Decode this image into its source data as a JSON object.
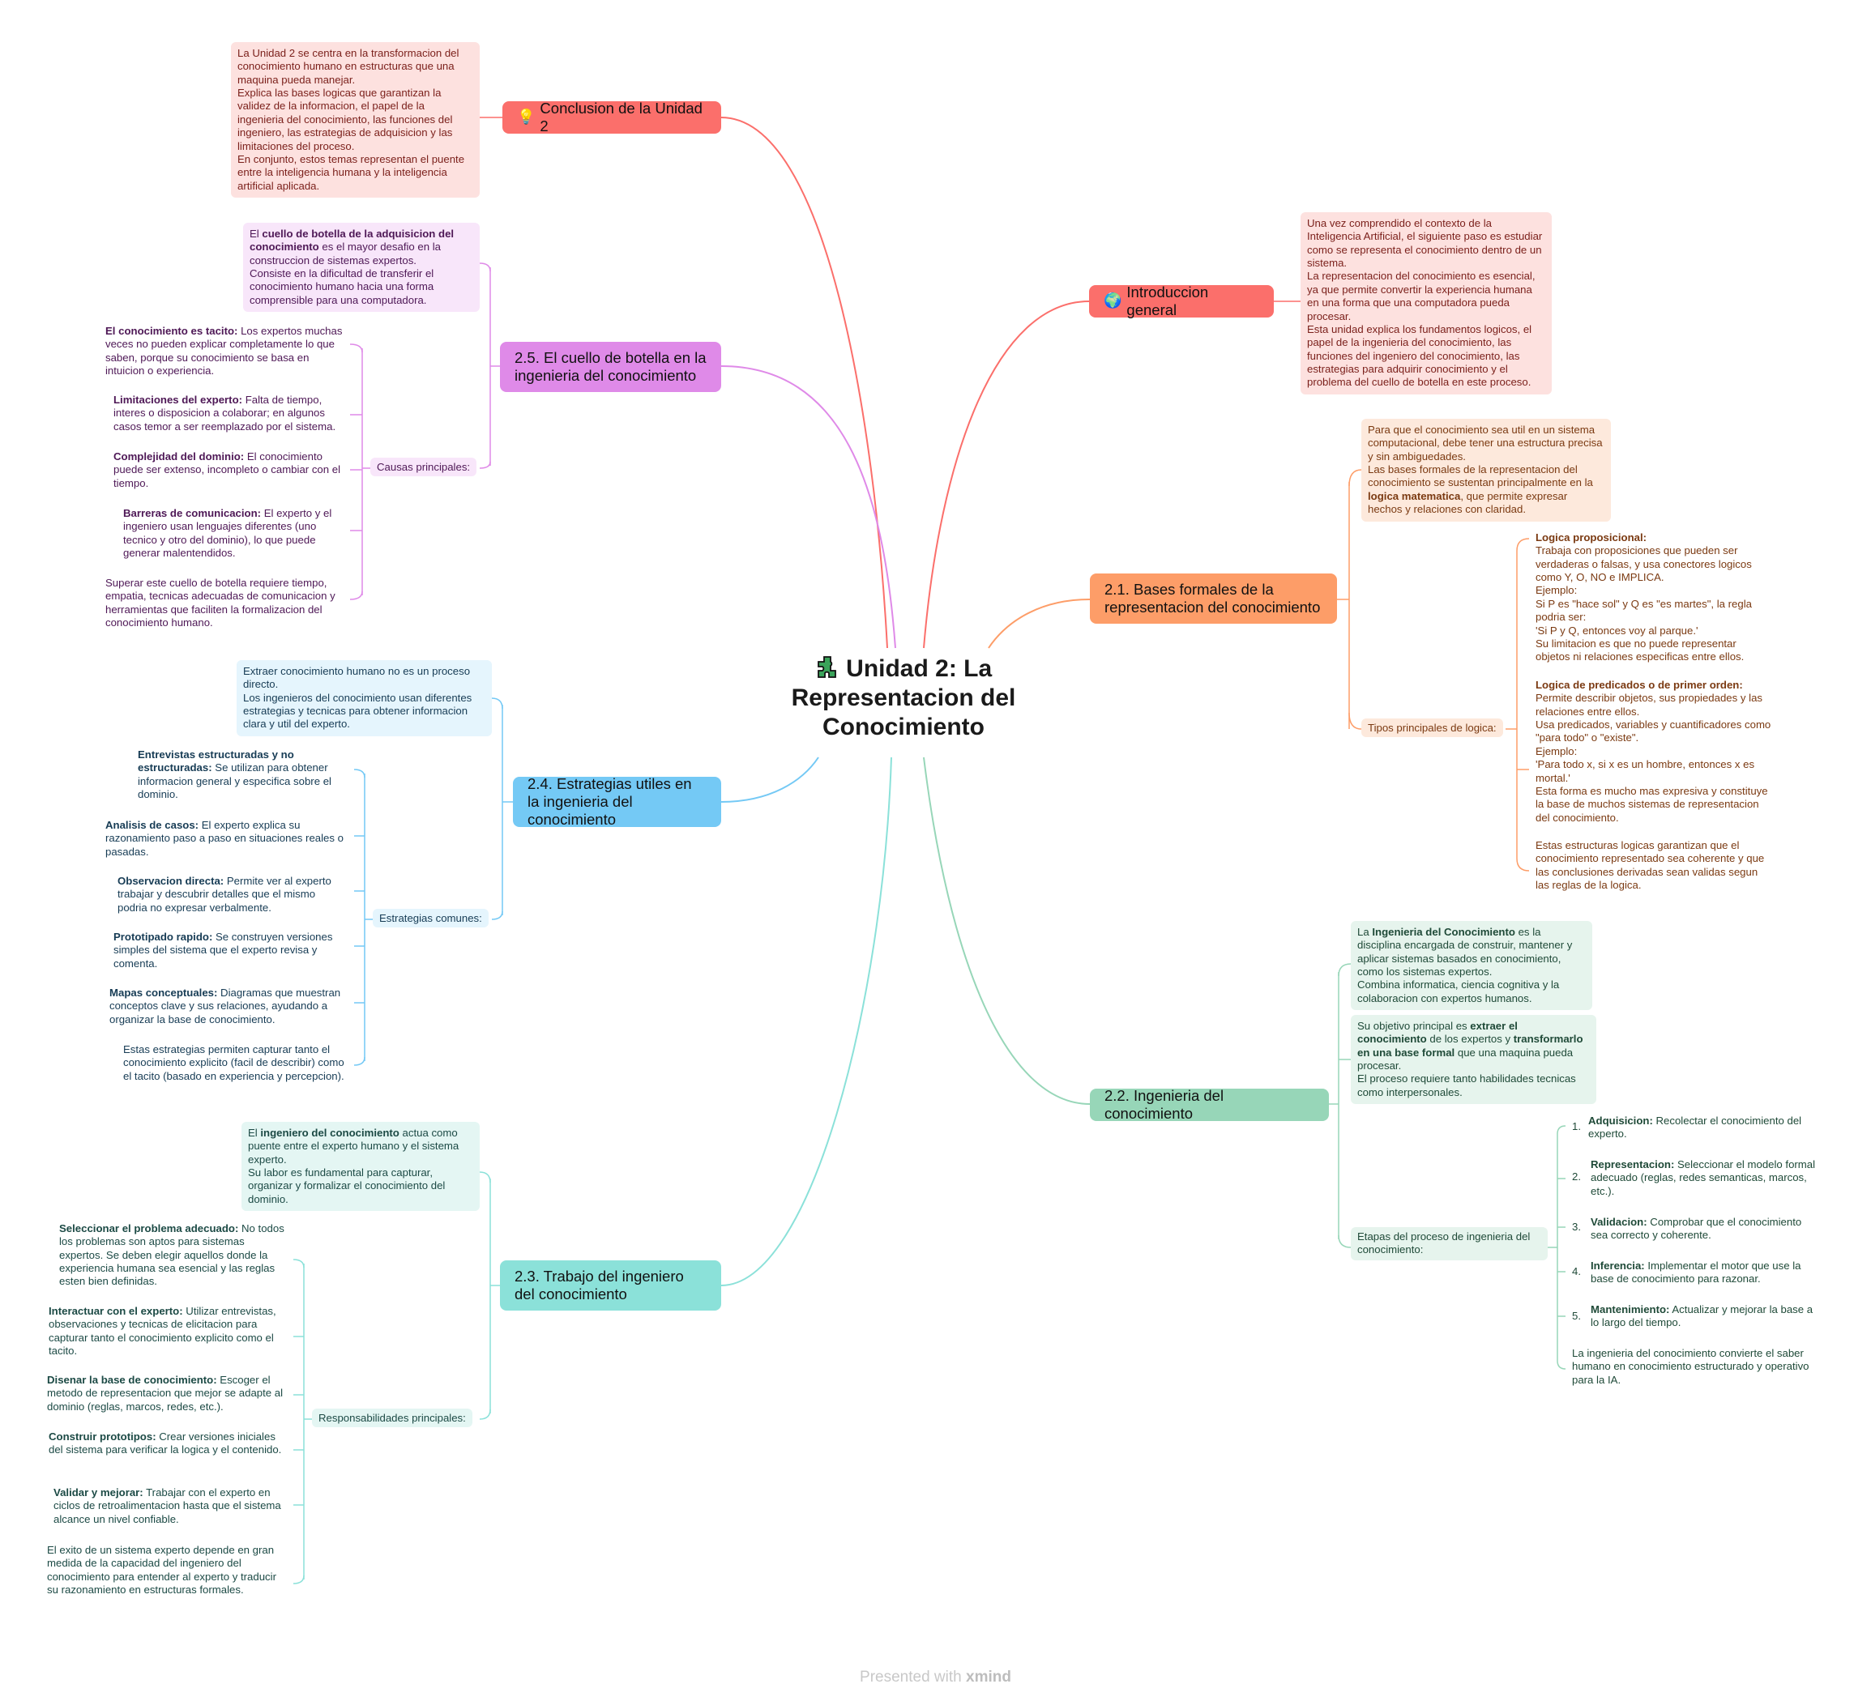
{
  "center": {
    "title": "Unidad 2: La Representacion del Conocimiento",
    "icon": "puzzle-icon"
  },
  "colors": {
    "red": "#fb6f6b",
    "orange": "#fd9d68",
    "green": "#97d6b8",
    "teal": "#8be1d9",
    "blue": "#74c9f5",
    "purple": "#df8ae8"
  },
  "intro": {
    "label": "Introduccion general",
    "icon": "globe-icon",
    "note": "Una vez comprendido el contexto de la Inteligencia Artificial, el siguiente paso es estudiar como se representa el conocimiento dentro de un sistema.\nLa representacion del conocimiento es esencial, ya que permite convertir la experiencia humana en una forma que una computadora pueda procesar.\nEsta unidad explica los fundamentos logicos, el papel de la ingenieria del conocimiento, las funciones del ingeniero del conocimiento, las estrategias para adquirir conocimiento y el problema del cuello de botella en este proceso."
  },
  "bases": {
    "label": "2.1. Bases formales de la representacion del conocimiento",
    "intro_a": "Para que el conocimiento sea util en un sistema computacional, debe tener una estructura precisa y sin ambiguedades.\nLas bases formales de la representacion del conocimiento se sustentan principalmente en la ",
    "intro_bold": "logica matematica",
    "intro_b": ", que permite expresar hechos y relaciones con claridad.",
    "tag": "Tipos principales de logica:",
    "prop_title": "Logica proposicional:",
    "prop_text": "Trabaja con proposiciones que pueden ser verdaderas o falsas, y usa conectores logicos como Y, O, NO e IMPLICA.\nEjemplo:\nSi P es \"hace sol\" y Q es \"es martes\", la regla podria ser:\n'Si P y Q, entonces voy al parque.'\nSu limitacion es que no puede representar objetos ni relaciones especificas entre ellos.",
    "pred_title": "Logica de predicados o de primer orden:",
    "pred_text": "Permite describir objetos, sus propiedades y las relaciones entre ellos.\nUsa predicados, variables y cuantificadores como \"para todo\" o \"existe\".\nEjemplo:\n'Para todo x, si x es un hombre, entonces x es mortal.'\nEsta forma es mucho mas expresiva y constituye la base de muchos sistemas de representacion del conocimiento.",
    "summary": "Estas estructuras logicas garantizan que el conocimiento representado sea coherente y que las conclusiones derivadas sean validas segun las reglas de la logica."
  },
  "ingenieria": {
    "label": "2.2. Ingenieria del conocimiento",
    "note1_a": "La ",
    "note1_bold": "Ingenieria del Conocimiento",
    "note1_b": " es la disciplina encargada de construir, mantener y aplicar sistemas basados en conocimiento, como los sistemas expertos.\nCombina informatica, ciencia cognitiva y la colaboracion con expertos humanos.",
    "note2_a": "Su objetivo principal es ",
    "note2_bold1": "extraer el conocimiento",
    "note2_b": " de los expertos y ",
    "note2_bold2": "transformarlo en una base formal",
    "note2_c": " que una maquina pueda procesar.\nEl proceso requiere tanto habilidades tecnicas como interpersonales.",
    "tag": "Etapas del proceso de ingenieria del conocimiento:",
    "steps": [
      {
        "n": "1.",
        "title": "Adquisicion:",
        "text": " Recolectar el conocimiento del experto."
      },
      {
        "n": "2.",
        "title": "Representacion:",
        "text": " Seleccionar el modelo formal adecuado (reglas, redes semanticas, marcos, etc.)."
      },
      {
        "n": "3.",
        "title": "Validacion:",
        "text": " Comprobar que el conocimiento sea correcto y coherente."
      },
      {
        "n": "4.",
        "title": "Inferencia:",
        "text": " Implementar el motor que use la base de conocimiento para razonar."
      },
      {
        "n": "5.",
        "title": "Mantenimiento:",
        "text": " Actualizar y mejorar la base a lo largo del tiempo."
      }
    ],
    "summary": "La ingenieria del conocimiento convierte el saber humano en conocimiento estructurado y operativo para la IA."
  },
  "trabajo": {
    "label": "2.3. Trabajo del ingeniero del conocimiento",
    "note_a": "El ",
    "note_bold": "ingeniero del conocimiento",
    "note_b": " actua como puente entre el experto humano y el sistema experto.\nSu labor es fundamental para capturar, organizar y formalizar el conocimiento del dominio.",
    "tag": "Responsabilidades principales:",
    "items": [
      {
        "title": "Seleccionar el problema adecuado:",
        "text": " No todos los problemas son aptos para sistemas expertos. Se deben elegir aquellos donde la experiencia humana sea esencial y las reglas esten bien definidas."
      },
      {
        "title": "Interactuar con el experto:",
        "text": " Utilizar entrevistas, observaciones y tecnicas de elicitacion para capturar tanto el conocimiento explicito como el tacito."
      },
      {
        "title": "Disenar la base de conocimiento:",
        "text": " Escoger el metodo de representacion que mejor se adapte al dominio (reglas, marcos, redes, etc.)."
      },
      {
        "title": "Construir prototipos:",
        "text": " Crear versiones iniciales del sistema para verificar la logica y el contenido."
      },
      {
        "title": "Validar y mejorar:",
        "text": " Trabajar con el experto en ciclos de retroalimentacion hasta que el sistema alcance un nivel confiable."
      }
    ],
    "summary": "El exito de un sistema experto depende en gran medida de la capacidad del ingeniero del conocimiento para entender al experto y traducir su razonamiento en estructuras formales."
  },
  "estrategias": {
    "label": "2.4. Estrategias utiles en la ingenieria del conocimiento",
    "note": "Extraer conocimiento humano no es un proceso directo.\nLos ingenieros del conocimiento usan diferentes estrategias y tecnicas para obtener informacion clara y util del experto.",
    "tag": "Estrategias comunes:",
    "items": [
      {
        "title": "Entrevistas estructuradas y no estructuradas:",
        "text": " Se utilizan para obtener informacion general y especifica sobre el dominio."
      },
      {
        "title": "Analisis de casos:",
        "text": " El experto explica su razonamiento paso a paso en situaciones reales o pasadas."
      },
      {
        "title": "Observacion directa:",
        "text": " Permite ver al experto trabajar y descubrir detalles que el mismo podria no expresar verbalmente."
      },
      {
        "title": "Prototipado rapido:",
        "text": " Se construyen versiones simples del sistema que el experto revisa y comenta."
      },
      {
        "title": "Mapas conceptuales:",
        "text": " Diagramas que muestran conceptos clave y sus relaciones, ayudando a organizar la base de conocimiento."
      }
    ],
    "summary": "Estas estrategias permiten capturar tanto el conocimiento explicito (facil de describir) como el tacito (basado en experiencia y percepcion)."
  },
  "cuello": {
    "label": "2.5. El cuello de botella en la ingenieria del conocimiento",
    "note_a": "El ",
    "note_bold": "cuello de botella de la adquisicion del conocimiento",
    "note_b": " es el mayor desafio en la construccion de sistemas expertos.\nConsiste en la dificultad de transferir el conocimiento humano hacia una forma comprensible para una computadora.",
    "tag": "Causas principales:",
    "items": [
      {
        "title": "El conocimiento es tacito:",
        "text": " Los expertos muchas veces no pueden explicar completamente lo que saben, porque su conocimiento se basa en intuicion o experiencia."
      },
      {
        "title": "Limitaciones del experto:",
        "text": " Falta de tiempo, interes o disposicion a colaborar; en algunos casos temor a ser reemplazado por el sistema."
      },
      {
        "title": "Complejidad del dominio:",
        "text": " El conocimiento puede ser extenso, incompleto o cambiar con el tiempo."
      },
      {
        "title": "Barreras de comunicacion:",
        "text": " El experto y el ingeniero usan lenguajes diferentes (uno tecnico y otro del dominio), lo que puede generar malentendidos."
      }
    ],
    "summary": "Superar este cuello de botella requiere tiempo, empatia, tecnicas adecuadas de comunicacion y herramientas que faciliten la formalizacion del conocimiento humano."
  },
  "conclusion": {
    "label": "Conclusion de la Unidad 2",
    "icon": "lightbulb-icon",
    "note": "La Unidad 2 se centra en la transformacion del conocimiento humano en estructuras que una maquina pueda manejar.\nExplica las bases logicas que garantizan la validez de la informacion, el papel de la ingenieria del conocimiento, las funciones del ingeniero, las estrategias de adquisicion y las limitaciones del proceso.\nEn conjunto, estos temas representan el puente entre la inteligencia humana y la inteligencia artificial aplicada."
  },
  "footer": {
    "prefix": "Presented with ",
    "brand": "xmind"
  }
}
